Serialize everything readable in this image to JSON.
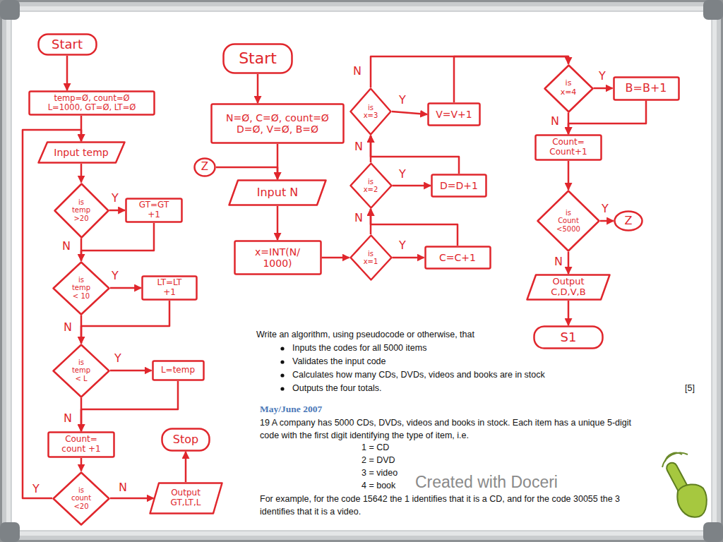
{
  "diagram": {
    "nodes": [
      {
        "text": [
          "Start"
        ]
      },
      {
        "text": [
          "temp=Ø, count=Ø L=1000, GT=Ø, LT=Ø"
        ]
      },
      {
        "text": [
          "Input temp"
        ]
      },
      {
        "text": [
          "is temp >20"
        ]
      },
      {
        "text": [
          "GT=GT +1"
        ]
      },
      {
        "text": [
          "is temp< 10"
        ]
      },
      {
        "text": [
          "LT=LT +1"
        ]
      },
      {
        "text": [
          "is temp< L"
        ]
      },
      {
        "text": [
          "L=temp"
        ]
      },
      {
        "text": [
          "Count= count +1"
        ]
      },
      {
        "text": [
          "Stop"
        ]
      },
      {
        "text": [
          "is count <20"
        ]
      },
      {
        "text": [
          "Output GT,LT,L"
        ]
      },
      {
        "text": [
          "Start"
        ]
      },
      {
        "text": [
          "N=Ø, C=Ø, count=Ø D=Ø, V=Ø, B=Ø"
        ]
      },
      {
        "text": [
          "Z"
        ]
      },
      {
        "text": [
          "Input N"
        ]
      },
      {
        "text": [
          "x=INT(N/ 1000)"
        ]
      },
      {
        "text": [
          "is x=1"
        ]
      },
      {
        "text": [
          "C=C+1"
        ]
      },
      {
        "text": [
          "is x=2"
        ]
      },
      {
        "text": [
          "D=D+1"
        ]
      },
      {
        "text": [
          "is x=3"
        ]
      },
      {
        "text": [
          "V=V+1"
        ]
      },
      {
        "text": [
          "is x=4"
        ]
      },
      {
        "text": [
          "B=B+1"
        ]
      },
      {
        "text": [
          "Count= Count+1"
        ]
      },
      {
        "text": [
          "is Count <5000"
        ]
      },
      {
        "text": [
          "Z"
        ]
      },
      {
        "text": [
          "Output C,D,V,B"
        ]
      },
      {
        "text": [
          "S1"
        ]
      }
    ],
    "edges": [
      {
        "from": 0,
        "to": 1,
        "arrow": "to"
      },
      {
        "from": 1,
        "to": 2,
        "arrow": "to"
      },
      {
        "from": 2,
        "to": 3,
        "arrow": "to"
      },
      {
        "from": 3,
        "to": 4,
        "label": "Y",
        "arrow": "to"
      },
      {
        "from": 4,
        "to": 5,
        "arrow": "to"
      },
      {
        "from": 3,
        "to": 5,
        "label": "N",
        "arrow": "to"
      },
      {
        "from": 5,
        "to": 6,
        "label": "Y",
        "arrow": "to"
      },
      {
        "from": 6,
        "to": 7,
        "arrow": "to"
      },
      {
        "from": 5,
        "to": 7,
        "label": "N",
        "arrow": "to"
      },
      {
        "from": 7,
        "to": 8,
        "label": "Y",
        "arrow": "to"
      },
      {
        "from": 8,
        "to": 9,
        "arrow": "to"
      },
      {
        "from": 7,
        "to": 9,
        "label": "N",
        "arrow": "to"
      },
      {
        "from": 9,
        "to": 11,
        "arrow": "to"
      },
      {
        "from": 11,
        "to": 12,
        "label": "N",
        "arrow": "to"
      },
      {
        "from": 12,
        "to": 10,
        "arrow": "to"
      },
      {
        "from": 11,
        "to": 2,
        "label": "Y",
        "arrow": "to"
      },
      {
        "from": 13,
        "to": 14,
        "arrow": "to"
      },
      {
        "from": 14,
        "to": 16,
        "arrow": "to"
      },
      {
        "from": 15,
        "to": 16,
        "arrow": "to"
      },
      {
        "from": 16,
        "to": 17,
        "arrow": "to"
      },
      {
        "from": 17,
        "to": 18,
        "arrow": "to"
      },
      {
        "from": 18,
        "to": 19,
        "label": "Y",
        "arrow": "to"
      },
      {
        "from": 19,
        "to": 20,
        "arrow": "to"
      },
      {
        "from": 18,
        "to": 20,
        "label": "N",
        "arrow": "to"
      },
      {
        "from": 20,
        "to": 21,
        "label": "Y",
        "arrow": "to"
      },
      {
        "from": 21,
        "to": 22,
        "arrow": "to"
      },
      {
        "from": 20,
        "to": 22,
        "label": "N",
        "arrow": "to"
      },
      {
        "from": 22,
        "to": 23,
        "label": "Y",
        "arrow": "to"
      },
      {
        "from": 23,
        "to": 24,
        "arrow": "to"
      },
      {
        "from": 22,
        "to": 24,
        "label": "N",
        "arrow": "to"
      },
      {
        "from": 24,
        "to": 25,
        "label": "Y",
        "arrow": "to"
      },
      {
        "from": 25,
        "to": 26,
        "arrow": "to"
      },
      {
        "from": 24,
        "to": 26,
        "label": "N",
        "arrow": "to"
      },
      {
        "from": 26,
        "to": 27,
        "arrow": "to"
      },
      {
        "from": 27,
        "to": 28,
        "label": "Y",
        "arrow": "to"
      },
      {
        "from": 27,
        "to": 29,
        "label": "N",
        "arrow": "to"
      },
      {
        "from": 29,
        "to": 30,
        "arrow": "to"
      }
    ],
    "labels": [
      "Write an algorithm, using pseudocode or otherwise, that",
      "Inputs the codes for all 5000 items",
      "Validates the input code",
      "Calculates how many CDs, DVDs, videos and books are in stock",
      "Outputs the four totals.",
      "[5]",
      "May/June 2007",
      "19 A company has 5000 CDs, DVDs, videos and books in stock. Each item has a unique 5-digit code with the first digit identifying the type of item, i.e.",
      "1 = CD",
      "2 = DVD",
      "3 = video",
      "4 = book",
      "For example, for the code 15642 the 1 identifies that it is a CD, and for the code 30055 the 3 identifies that it is a video.",
      "Created with Doceri"
    ]
  }
}
